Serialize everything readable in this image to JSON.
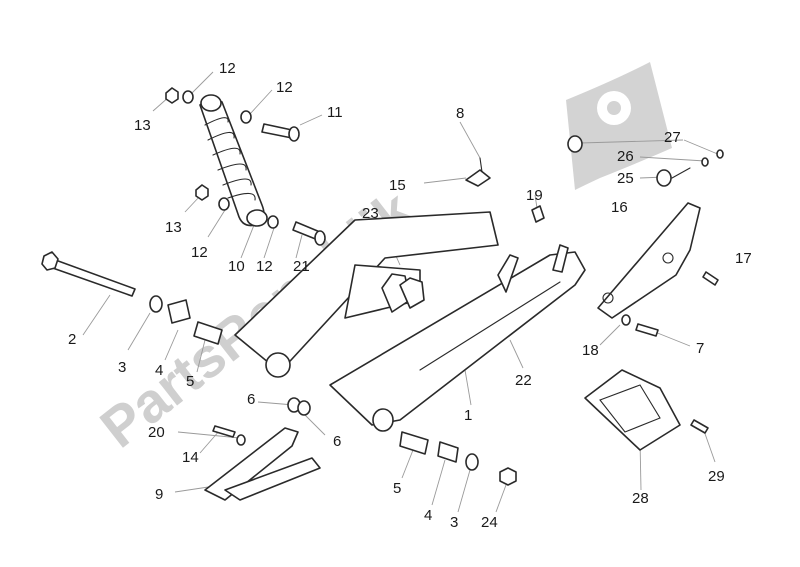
{
  "watermark": {
    "text": "PartsRepublik"
  },
  "labels": [
    {
      "id": "lbl-12a",
      "text": "12"
    },
    {
      "id": "lbl-12b",
      "text": "12"
    },
    {
      "id": "lbl-13a",
      "text": "13"
    },
    {
      "id": "lbl-11",
      "text": "11"
    },
    {
      "id": "lbl-8",
      "text": "8"
    },
    {
      "id": "lbl-15",
      "text": "15"
    },
    {
      "id": "lbl-19",
      "text": "19"
    },
    {
      "id": "lbl-27",
      "text": "27"
    },
    {
      "id": "lbl-26",
      "text": "26"
    },
    {
      "id": "lbl-25",
      "text": "25"
    },
    {
      "id": "lbl-16",
      "text": "16"
    },
    {
      "id": "lbl-17",
      "text": "17"
    },
    {
      "id": "lbl-23",
      "text": "23"
    },
    {
      "id": "lbl-13b",
      "text": "13"
    },
    {
      "id": "lbl-12c",
      "text": "12"
    },
    {
      "id": "lbl-10",
      "text": "10"
    },
    {
      "id": "lbl-12d",
      "text": "12"
    },
    {
      "id": "lbl-21",
      "text": "21"
    },
    {
      "id": "lbl-2",
      "text": "2"
    },
    {
      "id": "lbl-3a",
      "text": "3"
    },
    {
      "id": "lbl-4a",
      "text": "4"
    },
    {
      "id": "lbl-5a",
      "text": "5"
    },
    {
      "id": "lbl-7",
      "text": "7"
    },
    {
      "id": "lbl-18",
      "text": "18"
    },
    {
      "id": "lbl-22",
      "text": "22"
    },
    {
      "id": "lbl-1",
      "text": "1"
    },
    {
      "id": "lbl-6a",
      "text": "6"
    },
    {
      "id": "lbl-6b",
      "text": "6"
    },
    {
      "id": "lbl-20",
      "text": "20"
    },
    {
      "id": "lbl-14",
      "text": "14"
    },
    {
      "id": "lbl-9",
      "text": "9"
    },
    {
      "id": "lbl-5b",
      "text": "5"
    },
    {
      "id": "lbl-4b",
      "text": "4"
    },
    {
      "id": "lbl-3b",
      "text": "3"
    },
    {
      "id": "lbl-24",
      "text": "24"
    },
    {
      "id": "lbl-28",
      "text": "28"
    },
    {
      "id": "lbl-29",
      "text": "29"
    }
  ]
}
